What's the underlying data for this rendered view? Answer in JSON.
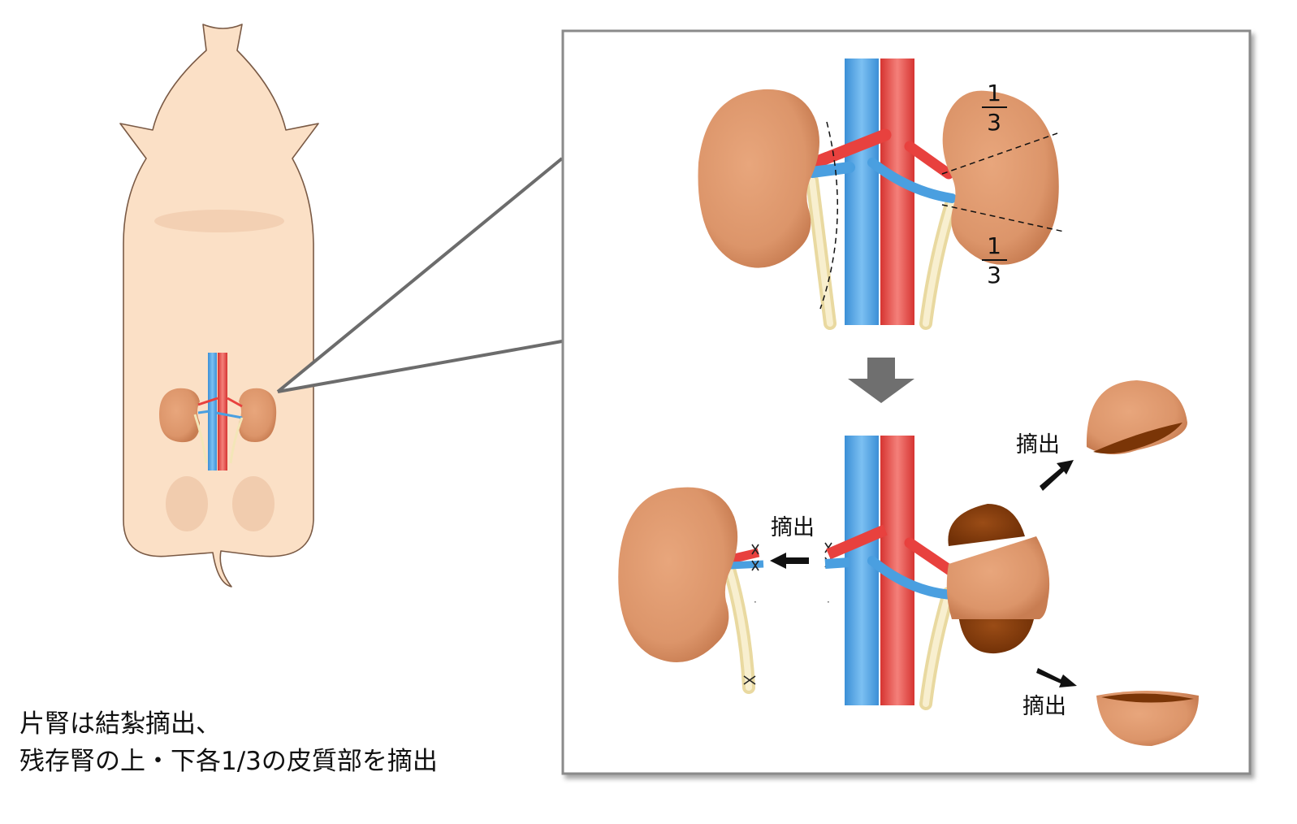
{
  "caption": {
    "line1": "片腎は結紮摘出、",
    "line2": "残存腎の上・下各1/3の皮質部を摘出"
  },
  "labels": {
    "fraction_top_numerator": "1",
    "fraction_top_denominator": "3",
    "fraction_bottom_numerator": "1",
    "fraction_bottom_denominator": "3",
    "removal_left": "摘出",
    "removal_top_right": "摘出",
    "removal_bottom_right": "摘出"
  },
  "colors": {
    "skin": "#fbe0c6",
    "kidney": "#dc956a",
    "kidney_dark": "#8a3f0c",
    "vein": "#4a9fe0",
    "artery": "#e8413e",
    "ureter": "#f3e6b8",
    "frame": "#8a8a8a",
    "arrow": "#6f6f6f"
  },
  "icons": {
    "down_arrow": "down-arrow-icon",
    "removal_arrow": "arrow-icon"
  }
}
